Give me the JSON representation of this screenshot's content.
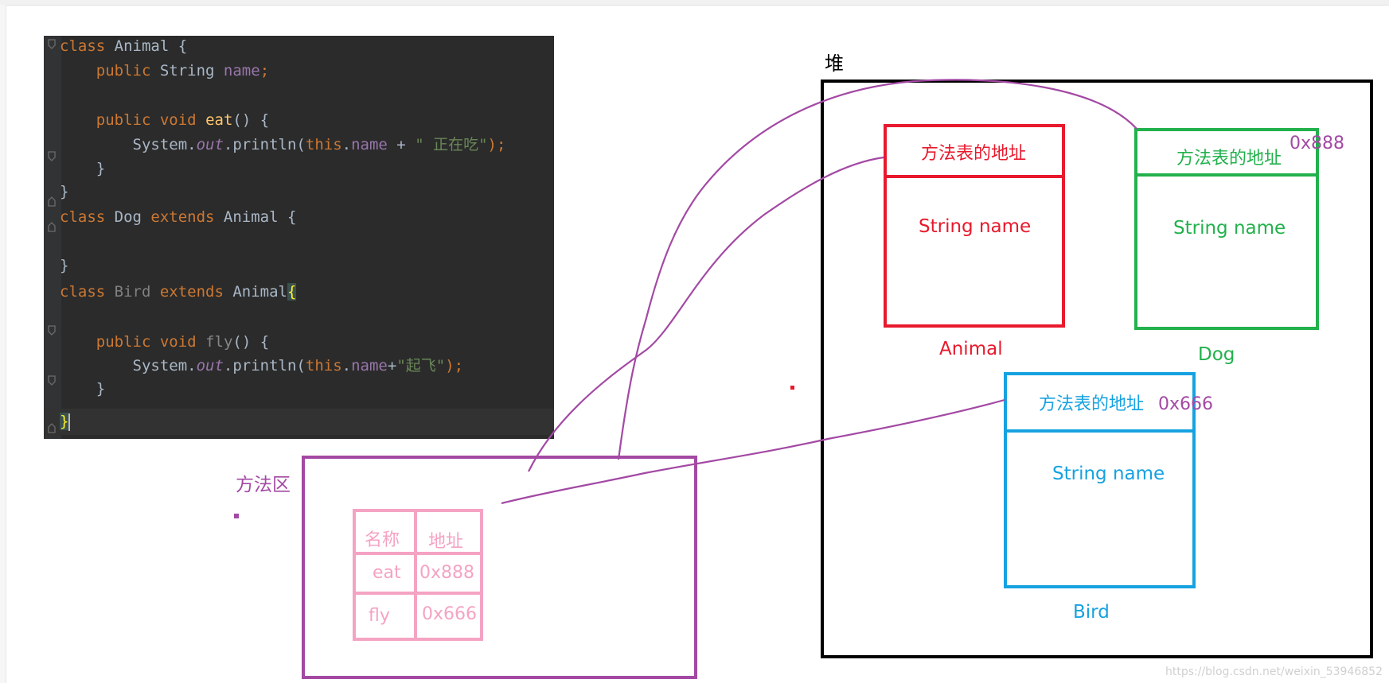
{
  "colors": {
    "animal": "#e8192c",
    "dog": "#22b14c",
    "bird": "#16a2e0",
    "method_area": "#a349a4",
    "method_table": "#f5a3c3",
    "heap": "#000000",
    "editor_bg": "#2b2b2b"
  },
  "code": {
    "line1": {
      "kw": "class",
      "name": " Animal {"
    },
    "line2": {
      "indent": "    ",
      "kw": "public",
      "type": " String ",
      "field": "name",
      "end": ";"
    },
    "line4": {
      "indent": "    ",
      "kw": "public void",
      "fn": "eat",
      "end": "() {"
    },
    "line5": {
      "indent": "        ",
      "sys": "System.",
      "out": "out",
      "mid": ".println(",
      "this": "this",
      "dot": ".",
      "field": "name",
      "plus": " + ",
      "str": "\" 正在吃\"",
      "end": ");"
    },
    "line6": {
      "text": "    }"
    },
    "line7": {
      "text": "}"
    },
    "line8": {
      "kw1": "class",
      "name": " Dog ",
      "kw2": "extends",
      "parent": " Animal {"
    },
    "line10": {
      "text": "}"
    },
    "line11": {
      "kw1": "class",
      "name": " Bird ",
      "kw2": "extends",
      "parent": " Animal",
      "brace": "{"
    },
    "line13": {
      "indent": "    ",
      "kw": "public void",
      "fn": "fly",
      "end": "() {"
    },
    "line14": {
      "indent": "        ",
      "sys": "System.",
      "out": "out",
      "mid": ".println(",
      "this": "this",
      "dot": ".",
      "field": "name",
      "plus": "+",
      "str": "\"起飞\"",
      "end": ");"
    },
    "line15": {
      "text": "    }"
    },
    "line16": {
      "brace": "}"
    }
  },
  "heap": {
    "label": "堆"
  },
  "animal": {
    "header": "方法表的地址",
    "field": "String name",
    "name": "Animal"
  },
  "dog": {
    "header": "方法表的地址",
    "field": "String name",
    "name": "Dog",
    "addr": "0x888"
  },
  "bird": {
    "header": "方法表的地址",
    "field": "String name",
    "name": "Bird",
    "addr": "0x666"
  },
  "method_area": {
    "label": "方法区",
    "table": {
      "headers": [
        "名称",
        "地址"
      ],
      "rows": [
        {
          "name": "eat",
          "addr": "0x888"
        },
        {
          "name": "fly",
          "addr": "0x666"
        }
      ]
    }
  },
  "watermark": "https://blog.csdn.net/weixin_53946852"
}
